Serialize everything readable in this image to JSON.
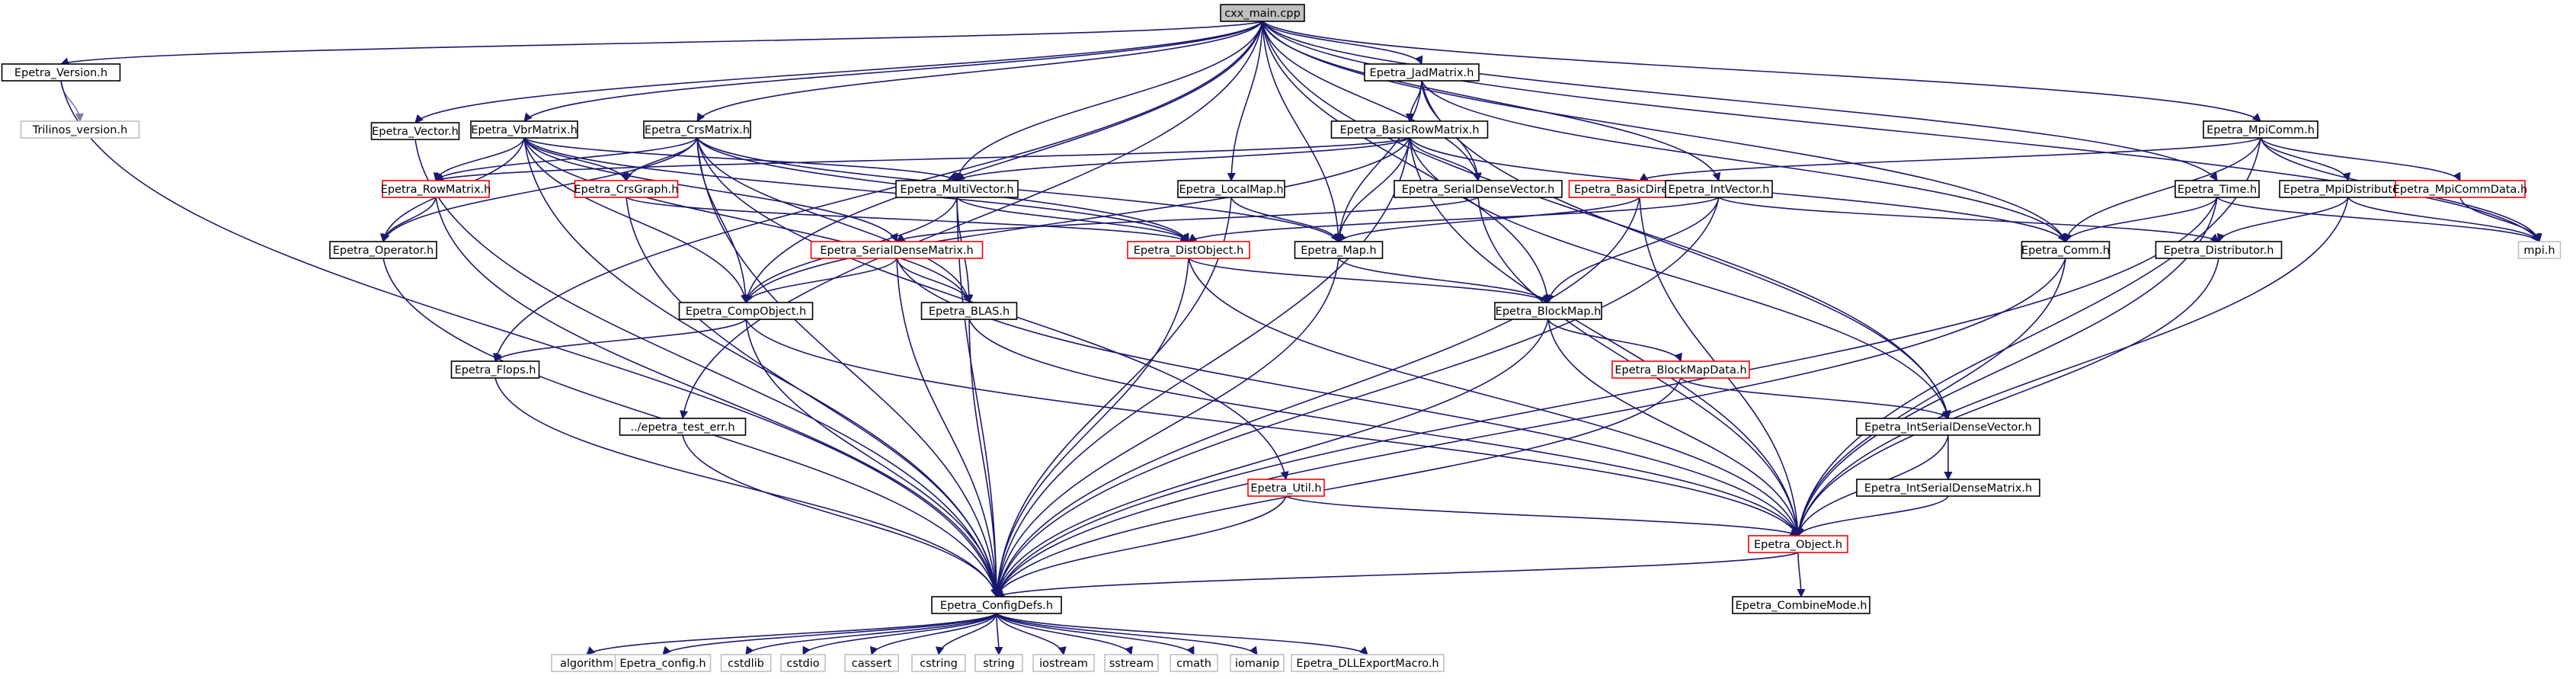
{
  "nodes": [
    {
      "id": "cxx_main",
      "label": "cxx_main.cpp",
      "style": "root"
    },
    {
      "id": "version",
      "label": "Epetra_Version.h",
      "style": "normal"
    },
    {
      "id": "trilinos_version",
      "label": "Trilinos_version.h",
      "style": "external"
    },
    {
      "id": "vector",
      "label": "Epetra_Vector.h",
      "style": "normal"
    },
    {
      "id": "vbrmatrix",
      "label": "Epetra_VbrMatrix.h",
      "style": "normal"
    },
    {
      "id": "crsmatrix",
      "label": "Epetra_CrsMatrix.h",
      "style": "normal"
    },
    {
      "id": "jadmatrix",
      "label": "Epetra_JadMatrix.h",
      "style": "normal"
    },
    {
      "id": "basicrowmatrix",
      "label": "Epetra_BasicRowMatrix.h",
      "style": "normal"
    },
    {
      "id": "mpicomm",
      "label": "Epetra_MpiComm.h",
      "style": "normal"
    },
    {
      "id": "rowmatrix",
      "label": "Epetra_RowMatrix.h",
      "style": "truncated"
    },
    {
      "id": "crsgraph",
      "label": "Epetra_CrsGraph.h",
      "style": "truncated"
    },
    {
      "id": "multivector",
      "label": "Epetra_MultiVector.h",
      "style": "normal"
    },
    {
      "id": "localmap",
      "label": "Epetra_LocalMap.h",
      "style": "normal"
    },
    {
      "id": "serialdensevector",
      "label": "Epetra_SerialDenseVector.h",
      "style": "normal"
    },
    {
      "id": "basicdirectory",
      "label": "Epetra_BasicDirectory.h",
      "style": "truncated"
    },
    {
      "id": "intvector",
      "label": "Epetra_IntVector.h",
      "style": "normal"
    },
    {
      "id": "time",
      "label": "Epetra_Time.h",
      "style": "normal"
    },
    {
      "id": "mpidistributor",
      "label": "Epetra_MpiDistributor.h",
      "style": "normal"
    },
    {
      "id": "mpicommdata",
      "label": "Epetra_MpiCommData.h",
      "style": "truncated"
    },
    {
      "id": "operator",
      "label": "Epetra_Operator.h",
      "style": "normal"
    },
    {
      "id": "serialdensematrix",
      "label": "Epetra_SerialDenseMatrix.h",
      "style": "truncated"
    },
    {
      "id": "distobject",
      "label": "Epetra_DistObject.h",
      "style": "truncated"
    },
    {
      "id": "map",
      "label": "Epetra_Map.h",
      "style": "normal"
    },
    {
      "id": "comm",
      "label": "Epetra_Comm.h",
      "style": "normal"
    },
    {
      "id": "distributor",
      "label": "Epetra_Distributor.h",
      "style": "normal"
    },
    {
      "id": "mpi",
      "label": "mpi.h",
      "style": "external"
    },
    {
      "id": "compobject",
      "label": "Epetra_CompObject.h",
      "style": "normal"
    },
    {
      "id": "blas",
      "label": "Epetra_BLAS.h",
      "style": "normal"
    },
    {
      "id": "blockmap",
      "label": "Epetra_BlockMap.h",
      "style": "normal"
    },
    {
      "id": "flops",
      "label": "Epetra_Flops.h",
      "style": "normal"
    },
    {
      "id": "blockmapdata",
      "label": "Epetra_BlockMapData.h",
      "style": "truncated"
    },
    {
      "id": "test_err",
      "label": "../epetra_test_err.h",
      "style": "normal"
    },
    {
      "id": "intserialdensevector",
      "label": "Epetra_IntSerialDenseVector.h",
      "style": "normal"
    },
    {
      "id": "intserialdensematrix",
      "label": "Epetra_IntSerialDenseMatrix.h",
      "style": "normal"
    },
    {
      "id": "util",
      "label": "Epetra_Util.h",
      "style": "truncated"
    },
    {
      "id": "object",
      "label": "Epetra_Object.h",
      "style": "truncated"
    },
    {
      "id": "configdefs",
      "label": "Epetra_ConfigDefs.h",
      "style": "normal"
    },
    {
      "id": "combinemode",
      "label": "Epetra_CombineMode.h",
      "style": "normal"
    },
    {
      "id": "algorithm",
      "label": "algorithm",
      "style": "external"
    },
    {
      "id": "epetra_config",
      "label": "Epetra_config.h",
      "style": "external"
    },
    {
      "id": "cstdlib",
      "label": "cstdlib",
      "style": "external"
    },
    {
      "id": "cstdio",
      "label": "cstdio",
      "style": "external"
    },
    {
      "id": "cassert",
      "label": "cassert",
      "style": "external"
    },
    {
      "id": "cstring",
      "label": "cstring",
      "style": "external"
    },
    {
      "id": "string",
      "label": "string",
      "style": "external"
    },
    {
      "id": "iostream",
      "label": "iostream",
      "style": "external"
    },
    {
      "id": "sstream",
      "label": "sstream",
      "style": "external"
    },
    {
      "id": "cmath",
      "label": "cmath",
      "style": "external"
    },
    {
      "id": "iomanip",
      "label": "iomanip",
      "style": "external"
    },
    {
      "id": "dllexport",
      "label": "Epetra_DLLExportMacro.h",
      "style": "external"
    }
  ],
  "edges": [
    [
      "cxx_main",
      "version"
    ],
    [
      "cxx_main",
      "vector"
    ],
    [
      "cxx_main",
      "crsmatrix"
    ],
    [
      "cxx_main",
      "vbrmatrix"
    ],
    [
      "cxx_main",
      "jadmatrix"
    ],
    [
      "cxx_main",
      "mpicomm"
    ],
    [
      "cxx_main",
      "multivector"
    ],
    [
      "cxx_main",
      "localmap"
    ],
    [
      "cxx_main",
      "serialdensevector"
    ],
    [
      "cxx_main",
      "intvector"
    ],
    [
      "cxx_main",
      "time"
    ],
    [
      "cxx_main",
      "map"
    ],
    [
      "cxx_main",
      "comm"
    ],
    [
      "cxx_main",
      "mpi"
    ],
    [
      "cxx_main",
      "compobject"
    ],
    [
      "cxx_main",
      "flops"
    ],
    [
      "cxx_main",
      "test_err"
    ],
    [
      "cxx_main",
      "blockmap"
    ],
    [
      "cxx_main",
      "intserialdensevector"
    ],
    [
      "version",
      "trilinos_version"
    ],
    [
      "version",
      "configdefs"
    ],
    [
      "vector",
      "configdefs"
    ],
    [
      "vbrmatrix",
      "rowmatrix"
    ],
    [
      "vbrmatrix",
      "crsgraph"
    ],
    [
      "vbrmatrix",
      "operator"
    ],
    [
      "vbrmatrix",
      "multivector"
    ],
    [
      "vbrmatrix",
      "serialdensematrix"
    ],
    [
      "vbrmatrix",
      "distobject"
    ],
    [
      "vbrmatrix",
      "compobject"
    ],
    [
      "vbrmatrix",
      "blas"
    ],
    [
      "vbrmatrix",
      "configdefs"
    ],
    [
      "crsmatrix",
      "rowmatrix"
    ],
    [
      "crsmatrix",
      "crsgraph"
    ],
    [
      "crsmatrix",
      "operator"
    ],
    [
      "crsmatrix",
      "distobject"
    ],
    [
      "crsmatrix",
      "compobject"
    ],
    [
      "crsmatrix",
      "blas"
    ],
    [
      "crsmatrix",
      "map"
    ],
    [
      "crsmatrix",
      "configdefs"
    ],
    [
      "crsmatrix",
      "util"
    ],
    [
      "jadmatrix",
      "basicrowmatrix"
    ],
    [
      "jadmatrix",
      "map"
    ],
    [
      "jadmatrix",
      "serialdensevector"
    ],
    [
      "jadmatrix",
      "intserialdensevector"
    ],
    [
      "jadmatrix",
      "comm"
    ],
    [
      "basicrowmatrix",
      "rowmatrix"
    ],
    [
      "basicrowmatrix",
      "multivector"
    ],
    [
      "basicrowmatrix",
      "map"
    ],
    [
      "basicrowmatrix",
      "serialdensevector"
    ],
    [
      "basicrowmatrix",
      "intserialdensevector"
    ],
    [
      "basicrowmatrix",
      "comm"
    ],
    [
      "basicrowmatrix",
      "object"
    ],
    [
      "basicrowmatrix",
      "configdefs"
    ],
    [
      "basicrowmatrix",
      "compobject"
    ],
    [
      "mpicomm",
      "basicdirectory"
    ],
    [
      "mpicomm",
      "mpidistributor"
    ],
    [
      "mpicomm",
      "mpicommdata"
    ],
    [
      "mpicomm",
      "comm"
    ],
    [
      "mpicomm",
      "mpi"
    ],
    [
      "mpicomm",
      "object"
    ],
    [
      "rowmatrix",
      "operator"
    ],
    [
      "rowmatrix",
      "configdefs"
    ],
    [
      "crsgraph",
      "distobject"
    ],
    [
      "crsgraph",
      "configdefs"
    ],
    [
      "multivector",
      "distobject"
    ],
    [
      "multivector",
      "compobject"
    ],
    [
      "multivector",
      "blas"
    ],
    [
      "multivector",
      "configdefs"
    ],
    [
      "localmap",
      "map"
    ],
    [
      "localmap",
      "configdefs"
    ],
    [
      "serialdensevector",
      "serialdensematrix"
    ],
    [
      "serialdensevector",
      "object"
    ],
    [
      "basicdirectory",
      "map"
    ],
    [
      "basicdirectory",
      "object"
    ],
    [
      "basicdirectory",
      "configdefs"
    ],
    [
      "intvector",
      "distobject"
    ],
    [
      "intvector",
      "blockmap"
    ],
    [
      "intvector",
      "distributor"
    ],
    [
      "intvector",
      "configdefs"
    ],
    [
      "time",
      "comm"
    ],
    [
      "time",
      "mpi"
    ],
    [
      "time",
      "object"
    ],
    [
      "time",
      "configdefs"
    ],
    [
      "mpidistributor",
      "distributor"
    ],
    [
      "mpidistributor",
      "mpi"
    ],
    [
      "mpidistributor",
      "object"
    ],
    [
      "mpicommdata",
      "mpi"
    ],
    [
      "operator",
      "configdefs"
    ],
    [
      "serialdensematrix",
      "compobject"
    ],
    [
      "serialdensematrix",
      "blas"
    ],
    [
      "serialdensematrix",
      "object"
    ],
    [
      "serialdensematrix",
      "configdefs"
    ],
    [
      "distobject",
      "blockmap"
    ],
    [
      "distobject",
      "object"
    ],
    [
      "distobject",
      "configdefs"
    ],
    [
      "map",
      "blockmap"
    ],
    [
      "map",
      "configdefs"
    ],
    [
      "comm",
      "object"
    ],
    [
      "comm",
      "configdefs"
    ],
    [
      "distributor",
      "object"
    ],
    [
      "compobject",
      "flops"
    ],
    [
      "compobject",
      "object"
    ],
    [
      "compobject",
      "configdefs"
    ],
    [
      "blas",
      "object"
    ],
    [
      "blas",
      "configdefs"
    ],
    [
      "blockmap",
      "blockmapdata"
    ],
    [
      "blockmap",
      "object"
    ],
    [
      "blockmap",
      "configdefs"
    ],
    [
      "flops",
      "configdefs"
    ],
    [
      "blockmapdata",
      "intserialdensevector"
    ],
    [
      "blockmapdata",
      "configdefs"
    ],
    [
      "test_err",
      "configdefs"
    ],
    [
      "intserialdensevector",
      "intserialdensematrix"
    ],
    [
      "intserialdensevector",
      "object"
    ],
    [
      "intserialdensematrix",
      "object"
    ],
    [
      "util",
      "object"
    ],
    [
      "util",
      "configdefs"
    ],
    [
      "object",
      "configdefs"
    ],
    [
      "object",
      "combinemode"
    ],
    [
      "configdefs",
      "algorithm"
    ],
    [
      "configdefs",
      "epetra_config"
    ],
    [
      "configdefs",
      "cstdlib"
    ],
    [
      "configdefs",
      "cstdio"
    ],
    [
      "configdefs",
      "cassert"
    ],
    [
      "configdefs",
      "cstring"
    ],
    [
      "configdefs",
      "string"
    ],
    [
      "configdefs",
      "iostream"
    ],
    [
      "configdefs",
      "sstream"
    ],
    [
      "configdefs",
      "cmath"
    ],
    [
      "configdefs",
      "iomanip"
    ],
    [
      "configdefs",
      "dllexport"
    ]
  ]
}
